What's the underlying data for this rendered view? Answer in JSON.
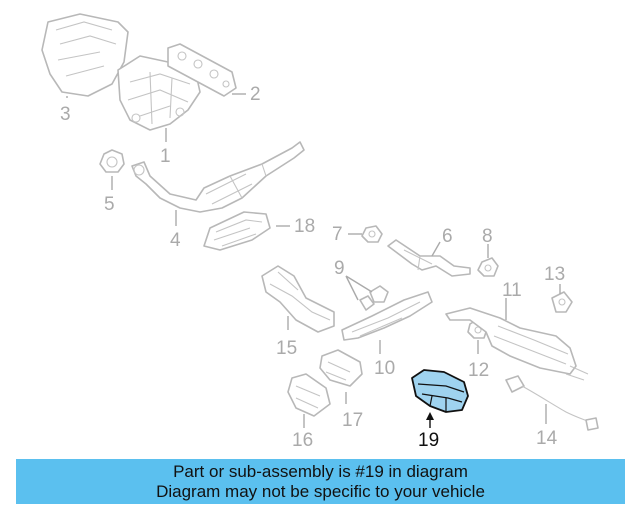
{
  "callouts": {
    "c1": "1",
    "c2": "2",
    "c3": "3",
    "c4": "4",
    "c5": "5",
    "c6": "6",
    "c7": "7",
    "c8": "8",
    "c9": "9",
    "c10": "10",
    "c11": "11",
    "c12": "12",
    "c13": "13",
    "c14": "14",
    "c15": "15",
    "c16": "16",
    "c17": "17",
    "c18": "18",
    "c19": "19"
  },
  "banner": {
    "line1": "Part or sub-assembly is #19 in diagram",
    "line2": "Diagram may not be specific to your vehicle"
  },
  "colors": {
    "highlight_fill": "#9fd3ef",
    "banner_bg": "#5bc0ef",
    "inactive_line": "#b8b8b8"
  }
}
